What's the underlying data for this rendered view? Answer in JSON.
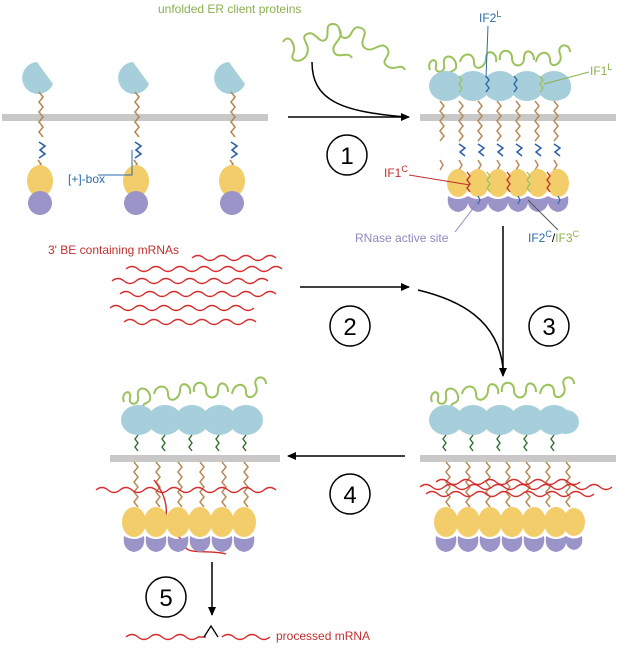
{
  "labels": {
    "unfolded": "unfolded ER client proteins",
    "if2l": "IF2",
    "if2l_sup": "L",
    "if1l": "IF1",
    "if1l_sup": "L",
    "plus_box": "[+]-box",
    "if1c": "IF1",
    "if1c_sup": "C",
    "rnase": "RNase active site",
    "if2c": "IF2",
    "if2c_sup": "C",
    "slash": "/",
    "if3c": "IF3",
    "if3c_sup": "C",
    "mrnas": "3' BE containing mRNAs",
    "processed": "processed mRNA"
  },
  "steps": [
    "1",
    "2",
    "3",
    "4",
    "5"
  ],
  "colors": {
    "lumenal_domain": "#a6cfdb",
    "kinase_domain": "#f2cd6a",
    "rnase_domain": "#9a94c9",
    "membrane": "#c8c8c8",
    "linker": "#b58b5a",
    "client_protein": "#9cc25d",
    "mrna": "#d62b2b",
    "plus_charge": "#2b5ea8",
    "label_green": "#8bb04e",
    "label_blue": "#2e6aa8",
    "label_red": "#c0302f",
    "label_purple": "#8f88c0",
    "arrow": "#000000"
  }
}
